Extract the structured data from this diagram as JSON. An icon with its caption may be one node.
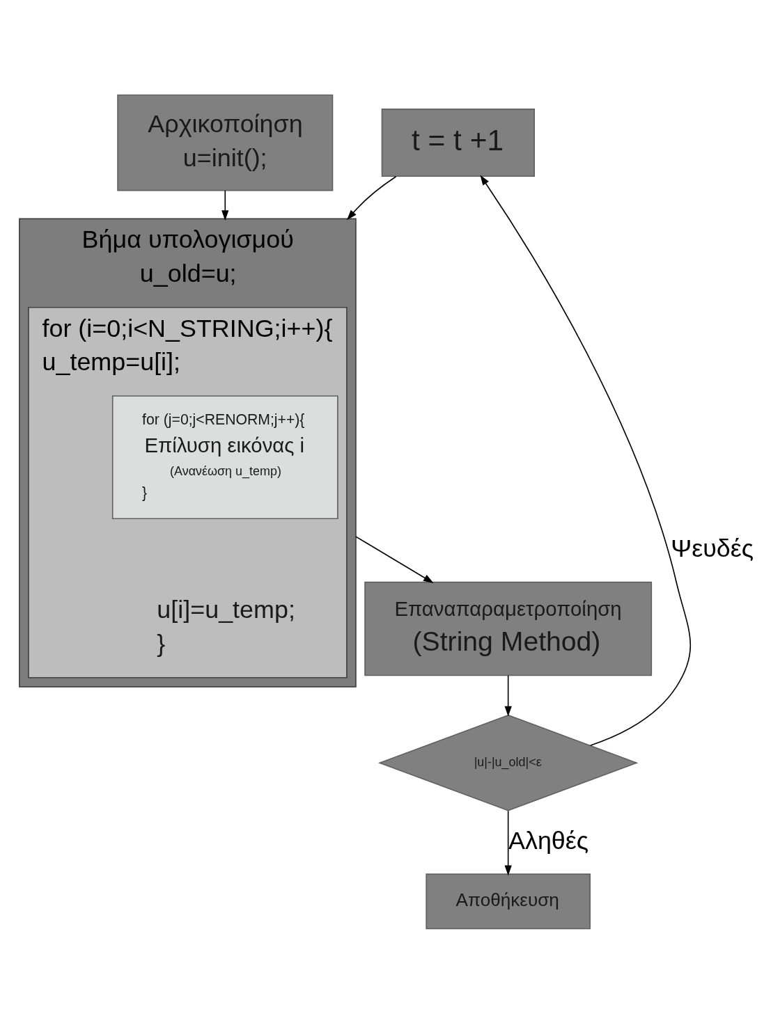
{
  "diagram": {
    "nodes": [
      {
        "text": [
          "Αρχικοποίηση",
          "u=init();"
        ]
      },
      {
        "text": [
          "Βήμα υπολογισμού",
          "u_old=u;"
        ]
      },
      {
        "text": [
          "for (i=0;i<N_STRING;i++){",
          "u_temp=u[i];",
          "u[i]=u_temp;",
          "}"
        ],
        "in": 1
      },
      {
        "text": [
          "for (j=0;j<RENORM;j++){",
          "Επίλυση εικόνας i",
          "(Ανανέωση u_temp)",
          "}"
        ],
        "in": 2
      },
      {
        "text": [
          "t = t +1"
        ]
      },
      {
        "text": [
          "Επαναπαραμετροποίηση",
          "(String Method)"
        ]
      },
      {
        "text": [
          "|u|-|u_old|<ε"
        ]
      },
      {
        "text": [
          "Αποθήκευση"
        ]
      }
    ],
    "edges": [
      {
        "from": 0,
        "to": 1,
        "arrow": "to"
      },
      {
        "from": 4,
        "to": 1,
        "arrow": "to"
      },
      {
        "from": 1,
        "to": 5,
        "arrow": "to"
      },
      {
        "from": 5,
        "to": 6,
        "arrow": "to"
      },
      {
        "from": 6,
        "to": 4,
        "arrow": "to",
        "label": "Ψευδές"
      },
      {
        "from": 6,
        "to": 7,
        "arrow": "to",
        "label": "Αληθές"
      }
    ]
  }
}
